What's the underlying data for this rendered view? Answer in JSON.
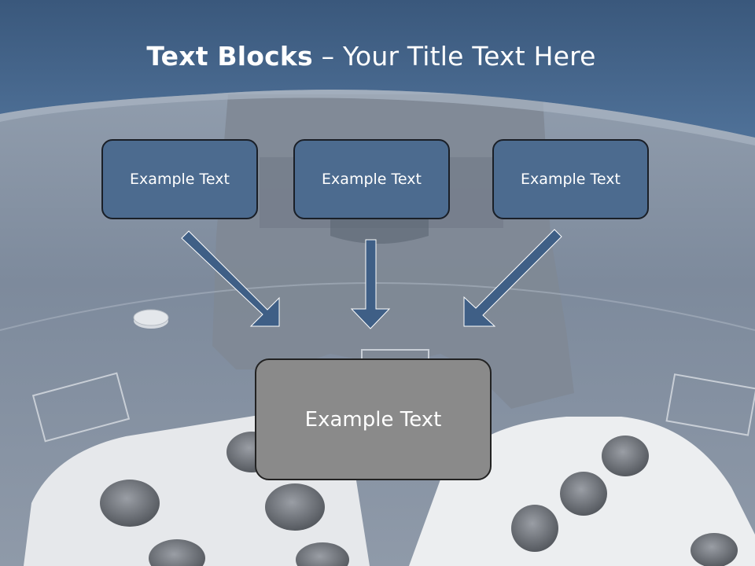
{
  "title": {
    "bold": "Text Blocks",
    "rest": " – Your Title Text Here"
  },
  "blocks": [
    {
      "label": "Example Text"
    },
    {
      "label": "Example Text"
    },
    {
      "label": "Example Text"
    }
  ],
  "center_block": {
    "label": "Example Text"
  },
  "colors": {
    "header": "#3f6187",
    "block_fill": "#4c6b8f",
    "center_fill": "#8a8a8a",
    "arrow": "#3f5f86"
  }
}
